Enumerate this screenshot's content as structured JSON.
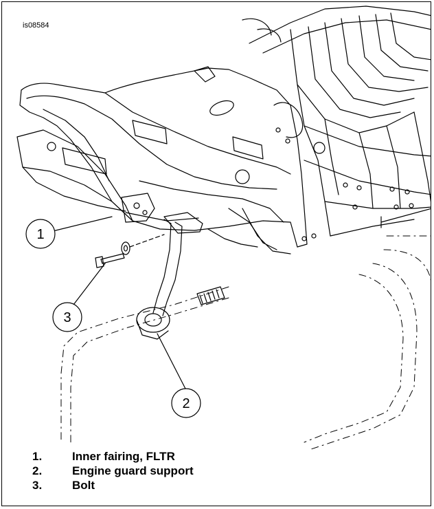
{
  "figure": {
    "id": "is08584"
  },
  "callouts": [
    {
      "number": "1"
    },
    {
      "number": "2"
    },
    {
      "number": "3"
    }
  ],
  "legend": [
    {
      "number": "1.",
      "text": "Inner fairing, FLTR"
    },
    {
      "number": "2.",
      "text": "Engine guard support"
    },
    {
      "number": "3.",
      "text": "Bolt"
    }
  ]
}
